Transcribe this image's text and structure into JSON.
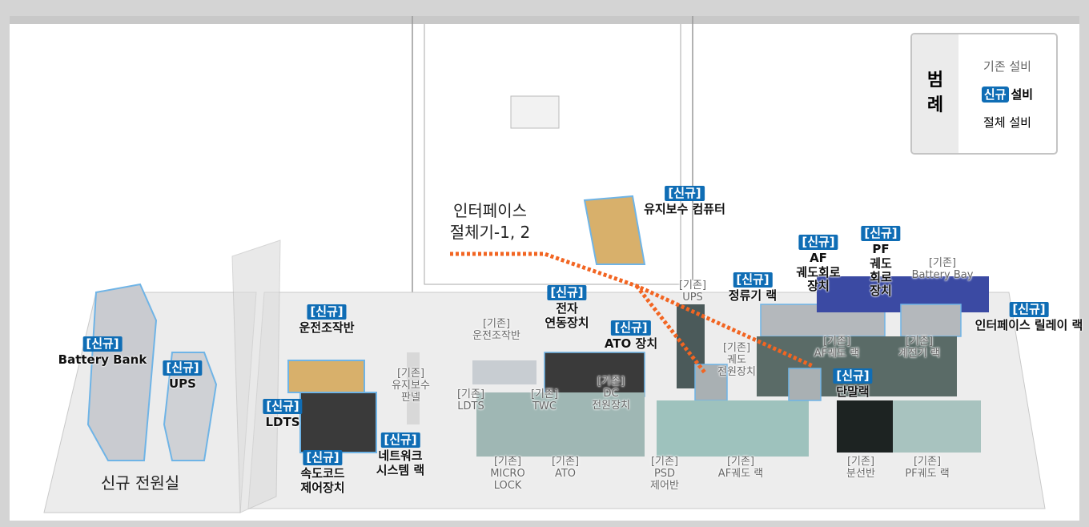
{
  "legend": {
    "title_1": "범",
    "title_2": "례",
    "existing": "기존 설비",
    "new_badge": "신규",
    "new_suffix": "설비",
    "switch": "절체 설비"
  },
  "colors": {
    "new_tag": "#0f6db5",
    "interface_line": "#f26522"
  },
  "captions": {
    "interface_1": "인터페이스",
    "interface_2": "절체기-1, 2",
    "power_room": "신규 전원실"
  },
  "new_labels": [
    {
      "tag": "[신규]",
      "lines": [
        "Battery Bank"
      ]
    },
    {
      "tag": "[신규]",
      "lines": [
        "UPS"
      ]
    },
    {
      "tag": "[신규]",
      "lines": [
        "운전조작반"
      ]
    },
    {
      "tag": "[신규]",
      "lines": [
        "LDTS"
      ]
    },
    {
      "tag": "[신규]",
      "lines": [
        "속도코드",
        "제어장치"
      ]
    },
    {
      "tag": "[신규]",
      "lines": [
        "네트워크",
        "시스템 랙"
      ]
    },
    {
      "tag": "[신규]",
      "lines": [
        "전자",
        "연동장치"
      ]
    },
    {
      "tag": "[신규]",
      "lines": [
        "ATO 장치"
      ]
    },
    {
      "tag": "[신규]",
      "lines": [
        "정류기 랙"
      ]
    },
    {
      "tag": "[신규]",
      "lines": [
        "AF",
        "궤도회로",
        "장치"
      ]
    },
    {
      "tag": "[신규]",
      "lines": [
        "PF",
        "궤도",
        "회로",
        "장치"
      ]
    },
    {
      "tag": "[신규]",
      "lines": [
        "인터페이스 릴레이 랙"
      ]
    },
    {
      "tag": "[신규]",
      "lines": [
        "단말랙"
      ]
    },
    {
      "tag": "[신규]",
      "lines": [
        "유지보수 컴퓨터"
      ]
    }
  ],
  "existing_labels": [
    {
      "lines": [
        "[기존]",
        "운전조작반"
      ]
    },
    {
      "lines": [
        "[기존]",
        "유지보수",
        "판넬"
      ]
    },
    {
      "lines": [
        "[기존]",
        "LDTS"
      ]
    },
    {
      "lines": [
        "[기존]",
        "TWC"
      ]
    },
    {
      "lines": [
        "[기존]",
        "DC",
        "전원장치"
      ]
    },
    {
      "lines": [
        "[기존]",
        "MICRO",
        "LOCK"
      ]
    },
    {
      "lines": [
        "[기존]",
        "ATO"
      ]
    },
    {
      "lines": [
        "[기존]",
        "PSD",
        "제어반"
      ]
    },
    {
      "lines": [
        "[기존]",
        "AF궤도 랙"
      ]
    },
    {
      "lines": [
        "[기존]",
        "UPS"
      ]
    },
    {
      "lines": [
        "[기존]",
        "궤도",
        "전원장치"
      ]
    },
    {
      "lines": [
        "[기존]",
        "AF궤도 랙"
      ]
    },
    {
      "lines": [
        "[기존]",
        "계전기 랙"
      ]
    },
    {
      "lines": [
        "[기존]",
        "Battery Bay"
      ]
    },
    {
      "lines": [
        "[기존]",
        "분선반"
      ]
    },
    {
      "lines": [
        "[기존]",
        "PF궤도 랙"
      ]
    }
  ]
}
